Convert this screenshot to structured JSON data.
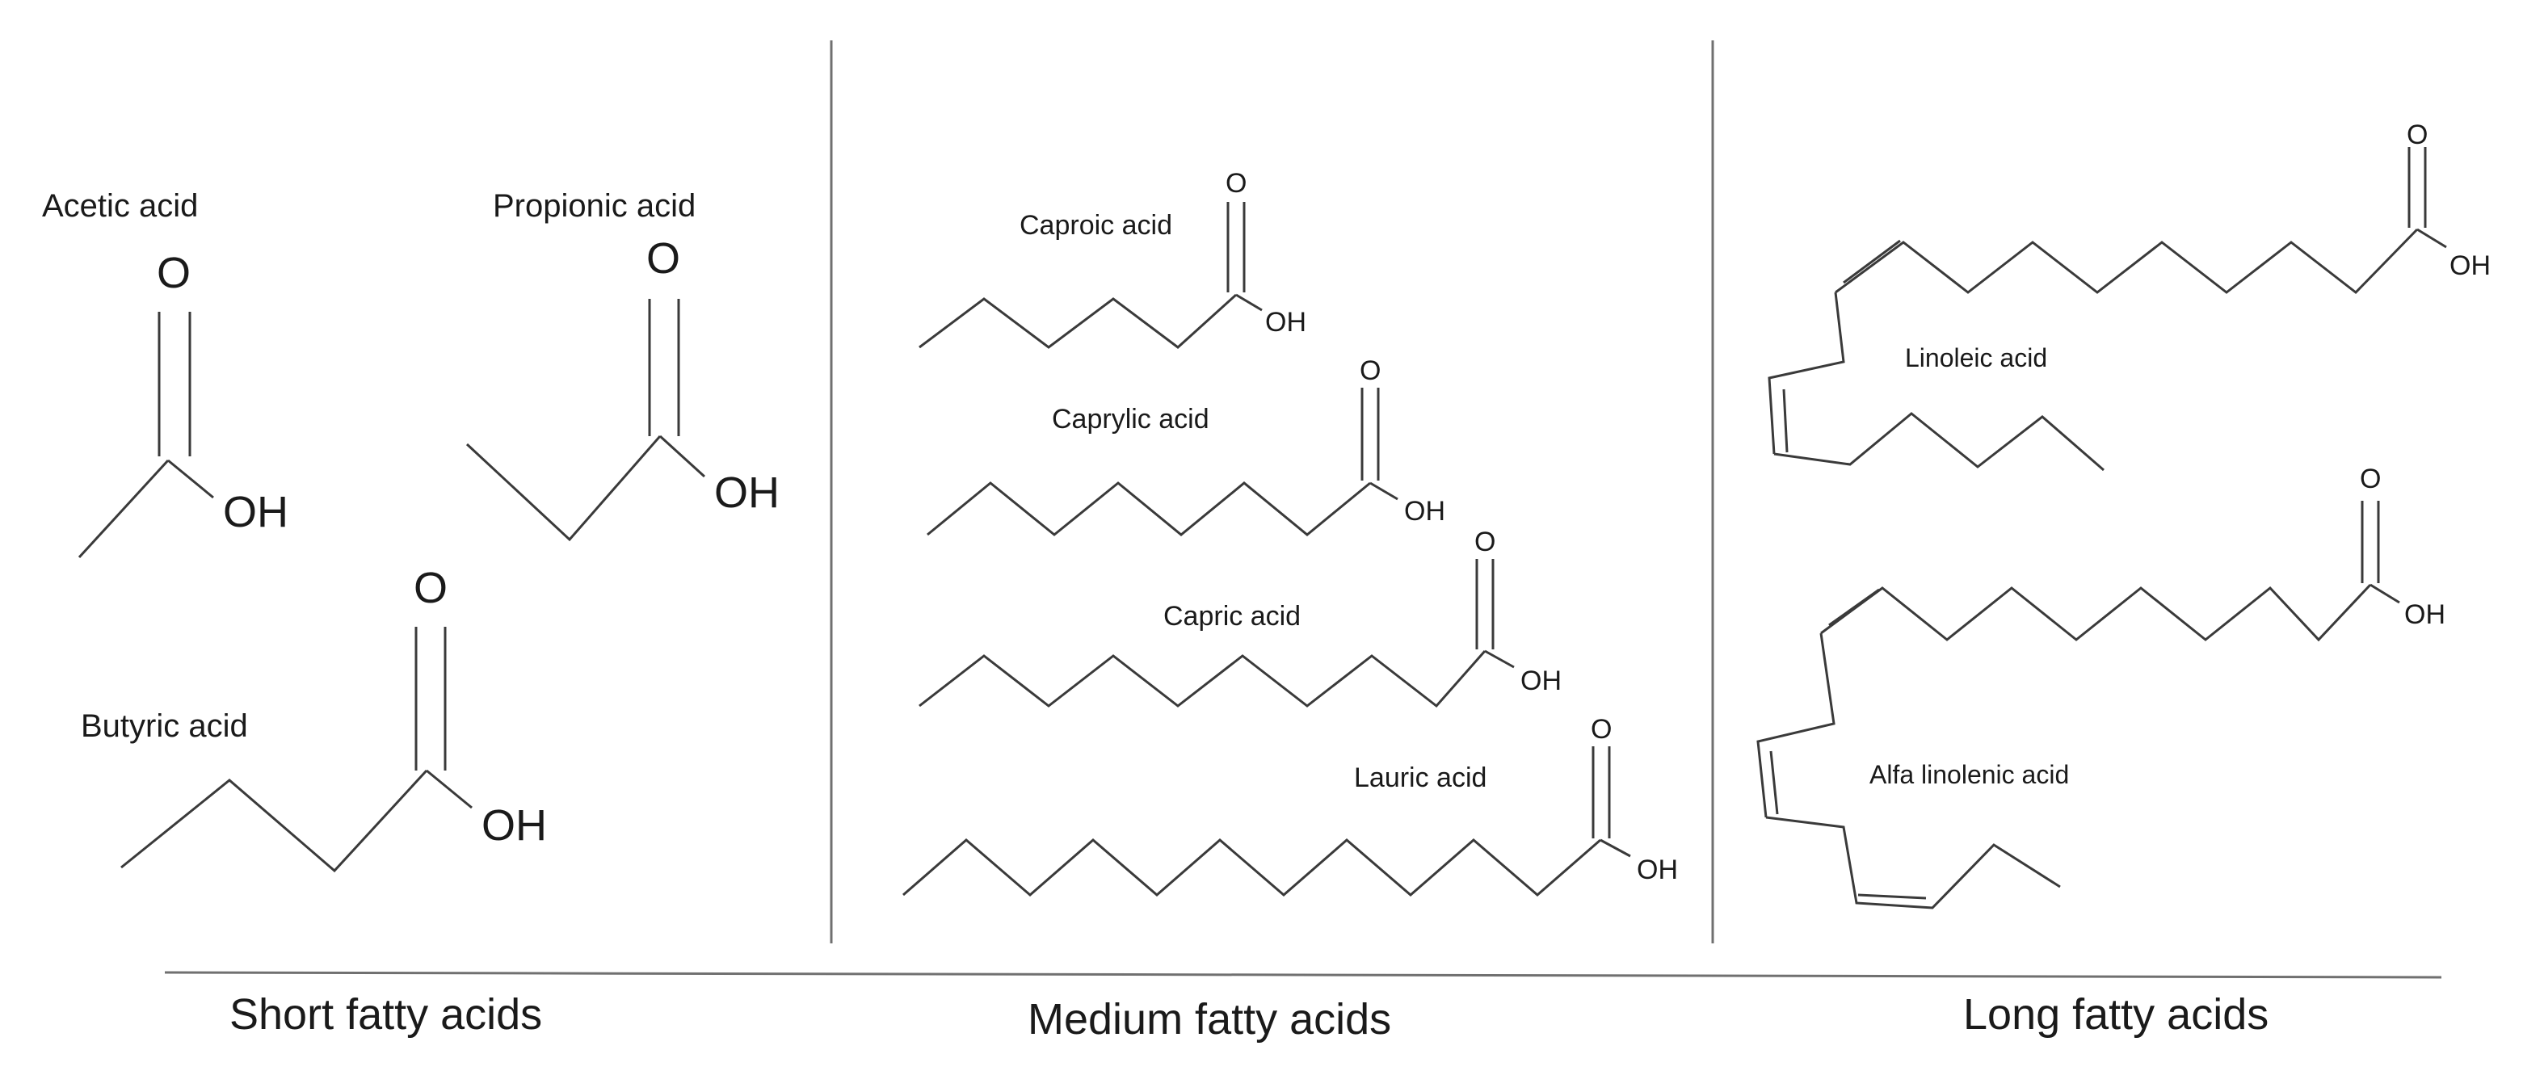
{
  "groups": {
    "short": "Short fatty acids",
    "medium": "Medium fatty acids",
    "long": "Long fatty acids"
  },
  "acids": {
    "acetic": {
      "name": "Acetic acid",
      "o": "O",
      "oh": "OH"
    },
    "propionic": {
      "name": "Propionic acid",
      "o": "O",
      "oh": "OH"
    },
    "butyric": {
      "name": "Butyric acid",
      "o": "O",
      "oh": "OH"
    },
    "caproic": {
      "name": "Caproic acid",
      "o": "O",
      "oh": "OH"
    },
    "caprylic": {
      "name": "Caprylic acid",
      "o": "O",
      "oh": "OH"
    },
    "capric": {
      "name": "Capric acid",
      "o": "O",
      "oh": "OH"
    },
    "lauric": {
      "name": "Lauric acid",
      "o": "O",
      "oh": "OH"
    },
    "linoleic": {
      "name": "Linoleic acid",
      "o": "O",
      "oh": "OH"
    },
    "linolenic": {
      "name": "Alfa linolenic acid",
      "o": "O",
      "oh": "OH"
    }
  }
}
